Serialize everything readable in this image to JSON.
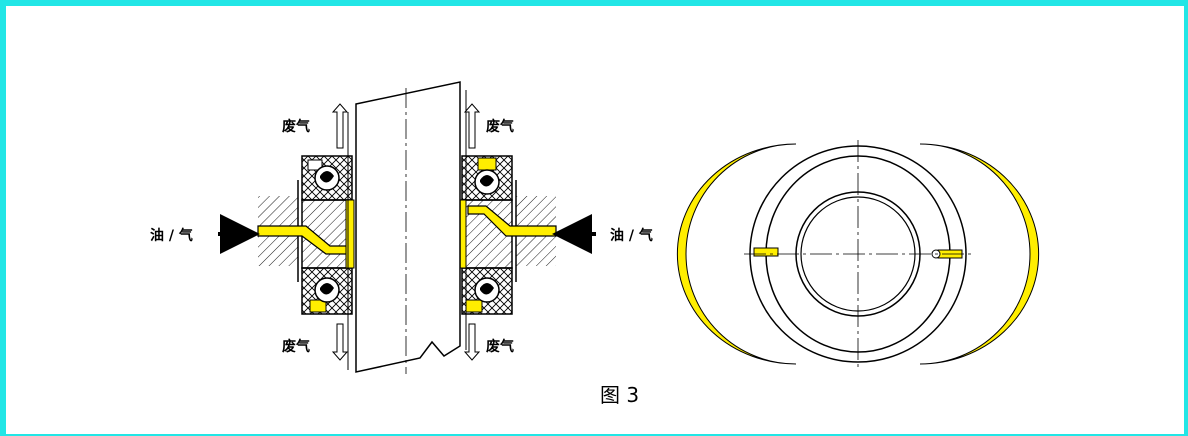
{
  "diagram": {
    "label_exhaust": "废气",
    "label_oil_air": "油 / 气",
    "caption": "图 3"
  },
  "colors": {
    "frame": "#22e6e6",
    "lubricant": "#ffee00",
    "line": "#000000"
  }
}
